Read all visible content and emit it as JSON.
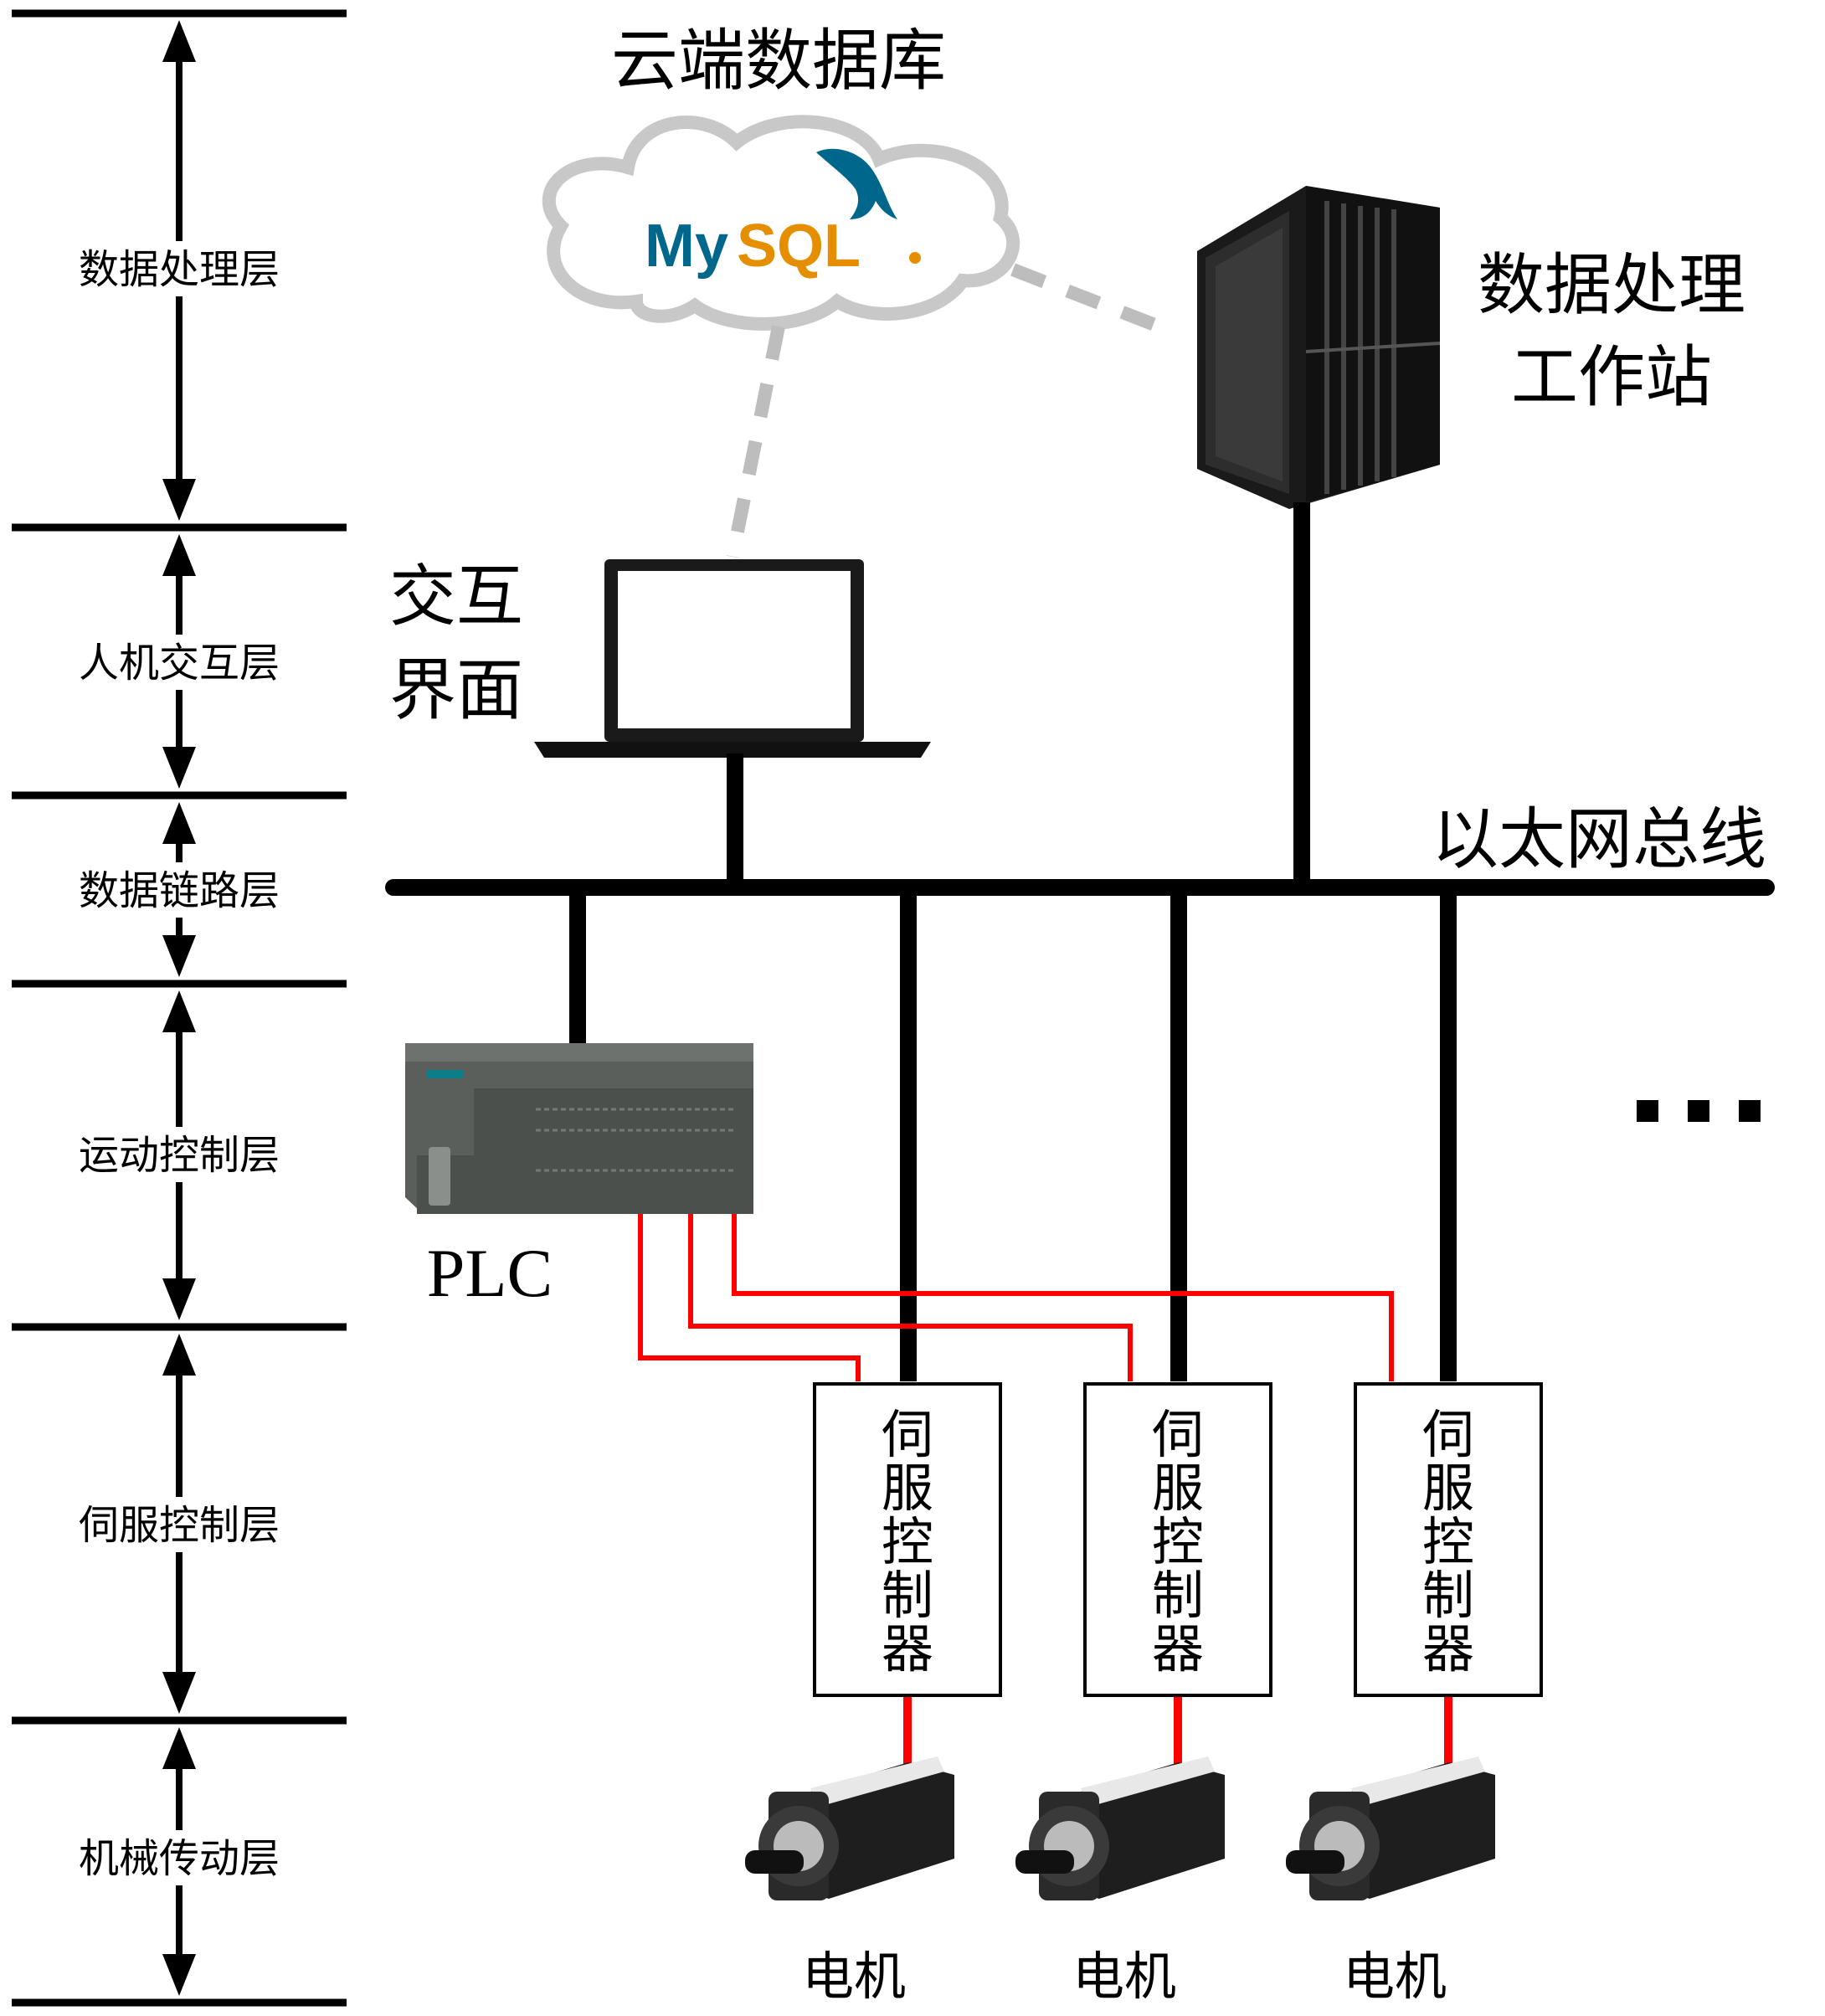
{
  "layers": [
    {
      "label": "数据处理层"
    },
    {
      "label": "人机交互层"
    },
    {
      "label": "数据链路层"
    },
    {
      "label": "运动控制层"
    },
    {
      "label": "伺服控制层"
    },
    {
      "label": "机械传动层"
    }
  ],
  "cloud": {
    "title": "云端数据库",
    "logo_text_a": "My",
    "logo_text_b": "SQL"
  },
  "workstation": {
    "line1": "数据处理",
    "line2": "工作站"
  },
  "hmi": {
    "line1": "交互",
    "line2": "界面"
  },
  "bus": {
    "label": "以太网总线"
  },
  "plc": {
    "label": "PLC"
  },
  "ellipsis": "···",
  "servos": [
    {
      "chars": [
        "伺",
        "服",
        "控",
        "制",
        "器"
      ]
    },
    {
      "chars": [
        "伺",
        "服",
        "控",
        "制",
        "器"
      ]
    },
    {
      "chars": [
        "伺",
        "服",
        "控",
        "制",
        "器"
      ]
    }
  ],
  "motors": [
    {
      "label": "电机"
    },
    {
      "label": "电机"
    },
    {
      "label": "电机"
    }
  ],
  "colors": {
    "line": "#000000",
    "signal": "#ff0000",
    "cloud_outline": "#c8c8c8",
    "dashed": "#bdbdbd",
    "mysql_blue": "#00678c",
    "mysql_orange": "#e48e00",
    "plc_body": "#555a57"
  }
}
